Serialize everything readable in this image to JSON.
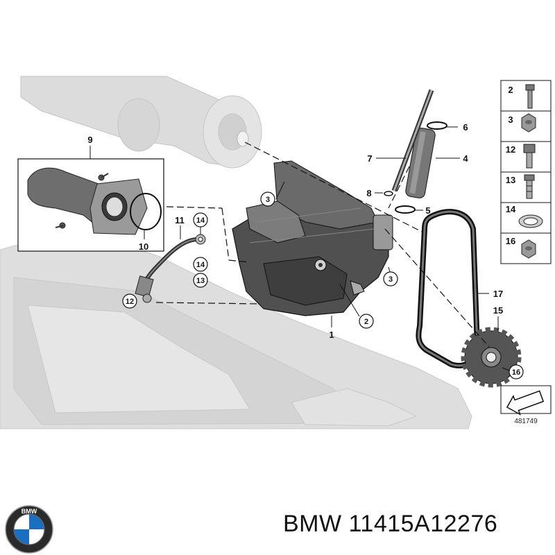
{
  "diagram": {
    "callouts_plain": [
      "1",
      "4",
      "5",
      "6",
      "7",
      "8",
      "9",
      "10",
      "11",
      "15",
      "17"
    ],
    "callouts_circled": [
      "2",
      "3",
      "3",
      "12",
      "13",
      "14",
      "14",
      "16"
    ],
    "sidebar_parts": [
      "2",
      "3",
      "12",
      "13",
      "14",
      "16"
    ],
    "reference_number": "481749"
  },
  "brand": {
    "logo_letters": "BMW",
    "part_title": "BMW 11415A12276"
  },
  "colors": {
    "ghost_gray": "#d2d2d2",
    "pump_dark": "#4a4a4a",
    "line": "#111111"
  }
}
